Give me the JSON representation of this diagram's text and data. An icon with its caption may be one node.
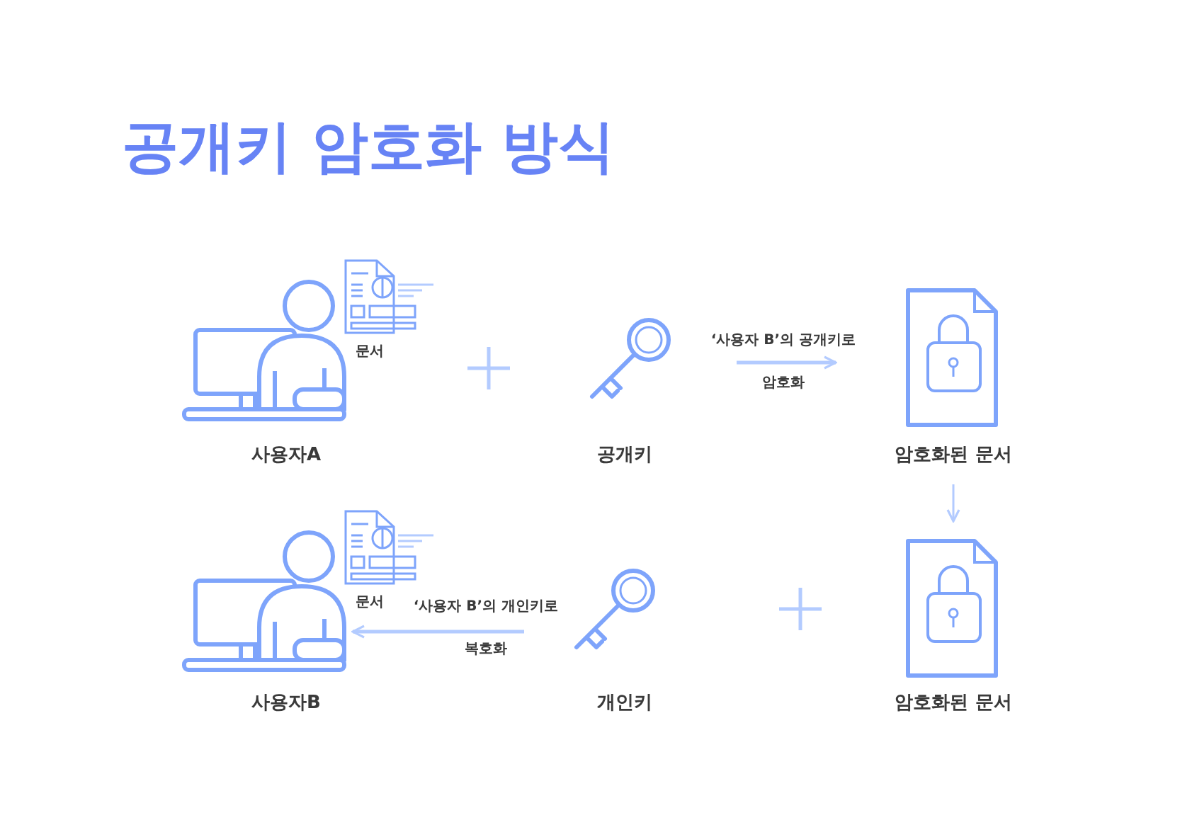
{
  "diagram": {
    "title": "공개키 암호화 방식",
    "nodes": [
      {
        "text": [
          "사용자A"
        ]
      },
      {
        "text": [
          "문서"
        ]
      },
      {
        "text": [
          "공개키"
        ]
      },
      {
        "text": [
          "암호화된 문서"
        ]
      },
      {
        "text": [
          "암호화된 문서"
        ]
      },
      {
        "text": [
          "개인키"
        ]
      },
      {
        "text": [
          "사용자B"
        ]
      },
      {
        "text": [
          "문서"
        ]
      }
    ],
    "edges": [
      {
        "from": 2,
        "to": 3,
        "arrow": "to",
        "label": "‘사용자 B’의 공개키로"
      },
      {
        "from": 3,
        "to": 4,
        "arrow": "to"
      },
      {
        "from": 5,
        "to": 6,
        "arrow": "to",
        "label": "‘사용자 B’의 개인키로"
      }
    ],
    "labels": [
      "암호화",
      "복호화"
    ]
  }
}
